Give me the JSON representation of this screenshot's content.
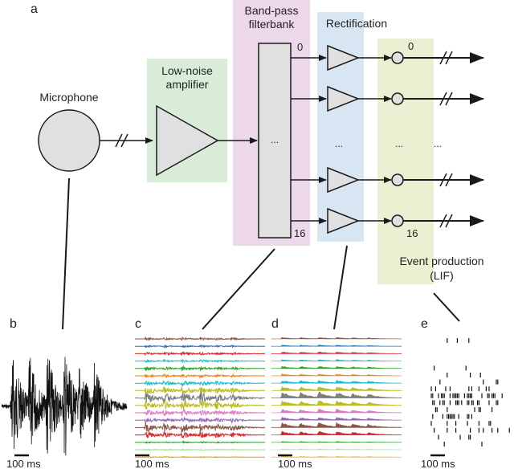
{
  "panels": {
    "a": "a",
    "b": "b",
    "c": "c",
    "d": "d",
    "e": "e"
  },
  "blocks": {
    "microphone": "Microphone",
    "amplifier_line1": "Low-noise",
    "amplifier_line2": "amplifier",
    "filterbank_line1": "Band-pass",
    "filterbank_line2": "filterbank",
    "rectification": "Rectification",
    "event_line1": "Event production",
    "event_line2": "(LIF)"
  },
  "channel_labels": {
    "filter_top": "0",
    "filter_bottom": "16",
    "event_top": "0",
    "event_bottom": "16",
    "filter_ellipsis": "...",
    "rect_ellipsis": "...",
    "event_ellipsis": "...",
    "output_ellipsis": "..."
  },
  "scale_bars": {
    "b": "100 ms",
    "c": "100 ms",
    "d": "100 ms",
    "e": "100 ms"
  },
  "colors": {
    "amplifier_bg": "#d8ecd8",
    "filterbank_bg": "#ecd8ea",
    "rectification_bg": "#d8e6f4",
    "event_bg": "#eaf0d2",
    "block_fill": "#e0e0e0",
    "line": "#1a1a1a",
    "channels": [
      "#f0a000",
      "#2ca02c",
      "#d62728",
      "#9467bd",
      "#8c564b",
      "#e377c2",
      "#7f7f7f",
      "#bcbd22",
      "#17becf",
      "#1f77b4",
      "#ff7f0e",
      "#98df8a",
      "#ff9896",
      "#c5b0d5",
      "#c49c94",
      "#f7b6d2",
      "#c7c7c7"
    ]
  }
}
